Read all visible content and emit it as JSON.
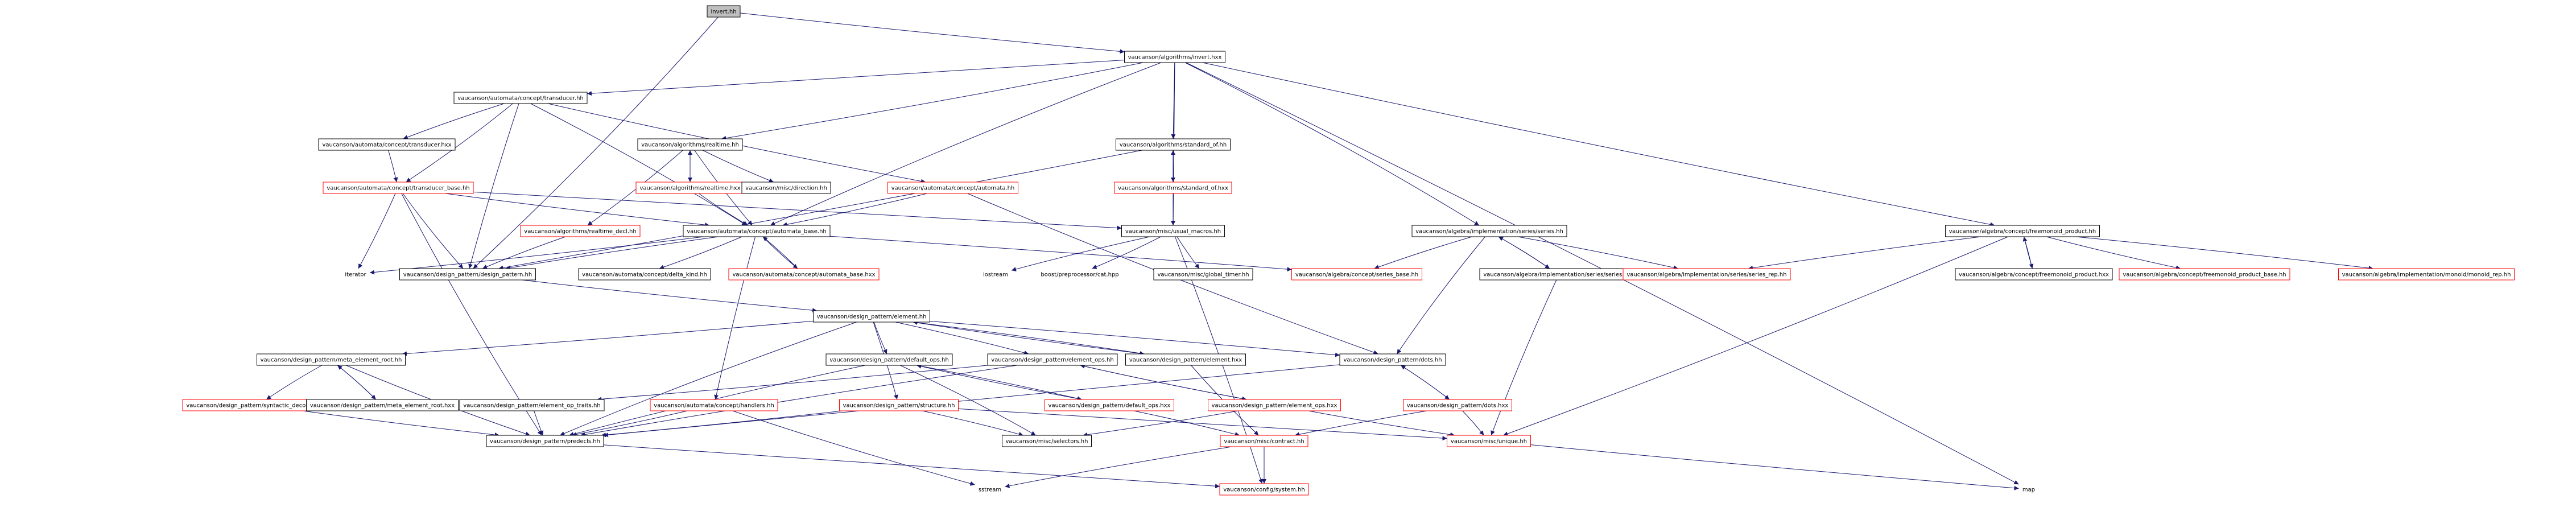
{
  "graph": {
    "edge_color": "#191970",
    "nodes": [
      {
        "id": "invert_hh",
        "label": "invert.hh",
        "style": "root"
      },
      {
        "id": "invert_hxx",
        "label": "vaucanson/algorithms/invert.hxx",
        "style": "black"
      },
      {
        "id": "transducer_hh",
        "label": "vaucanson/automata/concept/transducer.hh",
        "style": "black"
      },
      {
        "id": "transducer_hxx",
        "label": "vaucanson/automata/concept/transducer.hxx",
        "style": "black"
      },
      {
        "id": "transducer_base_hh",
        "label": "vaucanson/automata/concept/transducer_base.hh",
        "style": "red"
      },
      {
        "id": "realtime_hh",
        "label": "vaucanson/algorithms/realtime.hh",
        "style": "black"
      },
      {
        "id": "realtime_hxx",
        "label": "vaucanson/algorithms/realtime.hxx",
        "style": "red"
      },
      {
        "id": "direction_hh",
        "label": "vaucanson/misc/direction.hh",
        "style": "black"
      },
      {
        "id": "automata_hh",
        "label": "vaucanson/automata/concept/automata.hh",
        "style": "red"
      },
      {
        "id": "standard_of_hh",
        "label": "vaucanson/algorithms/standard_of.hh",
        "style": "black"
      },
      {
        "id": "standard_of_hxx",
        "label": "vaucanson/algorithms/standard_of.hxx",
        "style": "red"
      },
      {
        "id": "realtime_decl_hh",
        "label": "vaucanson/algorithms/realtime_decl.hh",
        "style": "red"
      },
      {
        "id": "automata_base_hh",
        "label": "vaucanson/automata/concept/automata_base.hh",
        "style": "black"
      },
      {
        "id": "usual_macros_hh",
        "label": "vaucanson/misc/usual_macros.hh",
        "style": "black"
      },
      {
        "id": "iterator",
        "label": "iterator",
        "style": "plain"
      },
      {
        "id": "design_pattern_hh",
        "label": "vaucanson/design_pattern/design_pattern.hh",
        "style": "black"
      },
      {
        "id": "delta_kind_hh",
        "label": "vaucanson/automata/concept/delta_kind.hh",
        "style": "black"
      },
      {
        "id": "automata_base_hxx",
        "label": "vaucanson/automata/concept/automata_base.hxx",
        "style": "red"
      },
      {
        "id": "iostream",
        "label": "iostream",
        "style": "plain"
      },
      {
        "id": "boost_cat",
        "label": "boost/preprocessor/cat.hpp",
        "style": "plain"
      },
      {
        "id": "global_timer_hh",
        "label": "vaucanson/misc/global_timer.hh",
        "style": "black"
      },
      {
        "id": "series_base_hh",
        "label": "vaucanson/algebra/concept/series_base.hh",
        "style": "red"
      },
      {
        "id": "series_hh",
        "label": "vaucanson/algebra/implementation/series/series.hh",
        "style": "black"
      },
      {
        "id": "series_hxx",
        "label": "vaucanson/algebra/implementation/series/series.hxx",
        "style": "black"
      },
      {
        "id": "series_rep_hh",
        "label": "vaucanson/algebra/implementation/series/series_rep.hh",
        "style": "red"
      },
      {
        "id": "freemonoid_product_hh",
        "label": "vaucanson/algebra/concept/freemonoid_product.hh",
        "style": "black"
      },
      {
        "id": "freemonoid_product_hxx",
        "label": "vaucanson/algebra/concept/freemonoid_product.hxx",
        "style": "black"
      },
      {
        "id": "freemonoid_product_base_hh",
        "label": "vaucanson/algebra/concept/freemonoid_product_base.hh",
        "style": "red"
      },
      {
        "id": "monoid_rep_hh",
        "label": "vaucanson/algebra/implementation/monoid/monoid_rep.hh",
        "style": "red"
      },
      {
        "id": "element_hh",
        "label": "vaucanson/design_pattern/element.hh",
        "style": "black"
      },
      {
        "id": "meta_element_root_hh",
        "label": "vaucanson/design_pattern/meta_element_root.hh",
        "style": "black"
      },
      {
        "id": "syntactic_decorator_hh",
        "label": "vaucanson/design_pattern/syntactic_decorator.hh",
        "style": "red"
      },
      {
        "id": "meta_element_root_hxx",
        "label": "vaucanson/design_pattern/meta_element_root.hxx",
        "style": "black"
      },
      {
        "id": "default_ops_hh",
        "label": "vaucanson/design_pattern/default_ops.hh",
        "style": "black"
      },
      {
        "id": "element_ops_hh",
        "label": "vaucanson/design_pattern/element_ops.hh",
        "style": "black"
      },
      {
        "id": "element_hxx",
        "label": "vaucanson/design_pattern/element.hxx",
        "style": "black"
      },
      {
        "id": "dots_hh",
        "label": "vaucanson/design_pattern/dots.hh",
        "style": "black"
      },
      {
        "id": "element_op_traits_hh",
        "label": "vaucanson/design_pattern/element_op_traits.hh",
        "style": "black"
      },
      {
        "id": "handlers_hh",
        "label": "vaucanson/automata/concept/handlers.hh",
        "style": "red"
      },
      {
        "id": "structure_hh",
        "label": "vaucanson/design_pattern/structure.hh",
        "style": "red"
      },
      {
        "id": "default_ops_hxx",
        "label": "vaucanson/design_pattern/default_ops.hxx",
        "style": "red"
      },
      {
        "id": "element_ops_hxx",
        "label": "vaucanson/design_pattern/element_ops.hxx",
        "style": "red"
      },
      {
        "id": "dots_hxx",
        "label": "vaucanson/design_pattern/dots.hxx",
        "style": "red"
      },
      {
        "id": "predecls_hh",
        "label": "vaucanson/design_pattern/predecls.hh",
        "style": "black"
      },
      {
        "id": "selectors_hh",
        "label": "vaucanson/misc/selectors.hh",
        "style": "black"
      },
      {
        "id": "contract_hh",
        "label": "vaucanson/misc/contract.hh",
        "style": "red"
      },
      {
        "id": "unique_hh",
        "label": "vaucanson/misc/unique.hh",
        "style": "red"
      },
      {
        "id": "sstream",
        "label": "sstream",
        "style": "plain"
      },
      {
        "id": "system_hh",
        "label": "vaucanson/config/system.hh",
        "style": "red"
      },
      {
        "id": "map",
        "label": "map",
        "style": "plain"
      }
    ],
    "edges": [
      [
        "invert_hh",
        "invert_hxx"
      ],
      [
        "invert_hh",
        "design_pattern_hh"
      ],
      [
        "invert_hxx",
        "transducer_hh"
      ],
      [
        "invert_hxx",
        "realtime_hh"
      ],
      [
        "invert_hxx",
        "standard_of_hh"
      ],
      [
        "invert_hxx",
        "usual_macros_hh"
      ],
      [
        "invert_hxx",
        "automata_base_hh"
      ],
      [
        "invert_hxx",
        "series_hh"
      ],
      [
        "invert_hxx",
        "freemonoid_product_hh"
      ],
      [
        "invert_hxx",
        "map"
      ],
      [
        "transducer_hh",
        "transducer_hxx"
      ],
      [
        "transducer_hh",
        "transducer_base_hh"
      ],
      [
        "transducer_hh",
        "automata_hh"
      ],
      [
        "transducer_hh",
        "automata_base_hh"
      ],
      [
        "transducer_hh",
        "design_pattern_hh"
      ],
      [
        "transducer_hxx",
        "transducer_base_hh"
      ],
      [
        "transducer_base_hh",
        "automata_base_hh"
      ],
      [
        "transducer_base_hh",
        "iterator"
      ],
      [
        "transducer_base_hh",
        "design_pattern_hh"
      ],
      [
        "transducer_base_hh",
        "usual_macros_hh"
      ],
      [
        "transducer_base_hh",
        "predecls_hh"
      ],
      [
        "realtime_hh",
        "realtime_hxx"
      ],
      [
        "realtime_hh",
        "direction_hh"
      ],
      [
        "realtime_hh",
        "realtime_decl_hh"
      ],
      [
        "realtime_hh",
        "automata_base_hh"
      ],
      [
        "realtime_hxx",
        "realtime_hh"
      ],
      [
        "realtime_hxx",
        "automata_base_hh"
      ],
      [
        "automata_hh",
        "automata_base_hh"
      ],
      [
        "automata_hh",
        "dots_hh"
      ],
      [
        "standard_of_hh",
        "standard_of_hxx"
      ],
      [
        "standard_of_hh",
        "usual_macros_hh"
      ],
      [
        "standard_of_hh",
        "design_pattern_hh"
      ],
      [
        "standard_of_hxx",
        "standard_of_hh"
      ],
      [
        "standard_of_hxx",
        "usual_macros_hh"
      ],
      [
        "realtime_decl_hh",
        "design_pattern_hh"
      ],
      [
        "automata_base_hh",
        "iterator"
      ],
      [
        "automata_base_hh",
        "design_pattern_hh"
      ],
      [
        "automata_base_hh",
        "delta_kind_hh"
      ],
      [
        "automata_base_hh",
        "automata_base_hxx"
      ],
      [
        "automata_base_hh",
        "series_base_hh"
      ],
      [
        "automata_base_hh",
        "handlers_hh"
      ],
      [
        "automata_base_hxx",
        "automata_base_hh"
      ],
      [
        "usual_macros_hh",
        "iostream"
      ],
      [
        "usual_macros_hh",
        "boost_cat"
      ],
      [
        "usual_macros_hh",
        "global_timer_hh"
      ],
      [
        "usual_macros_hh",
        "system_hh"
      ],
      [
        "design_pattern_hh",
        "element_hh"
      ],
      [
        "series_hh",
        "series_hxx"
      ],
      [
        "series_hh",
        "series_base_hh"
      ],
      [
        "series_hh",
        "series_rep_hh"
      ],
      [
        "series_hh",
        "dots_hh"
      ],
      [
        "series_hxx",
        "series_hh"
      ],
      [
        "series_hxx",
        "unique_hh"
      ],
      [
        "freemonoid_product_hh",
        "freemonoid_product_hxx"
      ],
      [
        "freemonoid_product_hh",
        "freemonoid_product_base_hh"
      ],
      [
        "freemonoid_product_hh",
        "monoid_rep_hh"
      ],
      [
        "freemonoid_product_hh",
        "series_rep_hh"
      ],
      [
        "freemonoid_product_hh",
        "unique_hh"
      ],
      [
        "freemonoid_product_hxx",
        "freemonoid_product_hh"
      ],
      [
        "element_hh",
        "meta_element_root_hh"
      ],
      [
        "element_hh",
        "default_ops_hh"
      ],
      [
        "element_hh",
        "element_ops_hh"
      ],
      [
        "element_hh",
        "element_hxx"
      ],
      [
        "element_hh",
        "dots_hh"
      ],
      [
        "element_hh",
        "predecls_hh"
      ],
      [
        "element_hh",
        "structure_hh"
      ],
      [
        "meta_element_root_hh",
        "syntactic_decorator_hh"
      ],
      [
        "meta_element_root_hh",
        "meta_element_root_hxx"
      ],
      [
        "meta_element_root_hh",
        "predecls_hh"
      ],
      [
        "meta_element_root_hxx",
        "meta_element_root_hh"
      ],
      [
        "syntactic_decorator_hh",
        "predecls_hh"
      ],
      [
        "default_ops_hh",
        "default_ops_hxx"
      ],
      [
        "default_ops_hh",
        "predecls_hh"
      ],
      [
        "default_ops_hh",
        "selectors_hh"
      ],
      [
        "element_ops_hh",
        "element_ops_hxx"
      ],
      [
        "element_ops_hh",
        "element_op_traits_hh"
      ],
      [
        "element_ops_hh",
        "predecls_hh"
      ],
      [
        "element_hxx",
        "element_hh"
      ],
      [
        "element_hxx",
        "contract_hh"
      ],
      [
        "dots_hh",
        "dots_hxx"
      ],
      [
        "dots_hh",
        "predecls_hh"
      ],
      [
        "dots_hxx",
        "dots_hh"
      ],
      [
        "dots_hxx",
        "contract_hh"
      ],
      [
        "dots_hxx",
        "unique_hh"
      ],
      [
        "element_op_traits_hh",
        "predecls_hh"
      ],
      [
        "handlers_hh",
        "predecls_hh"
      ],
      [
        "handlers_hh",
        "sstream"
      ],
      [
        "structure_hh",
        "predecls_hh"
      ],
      [
        "structure_hh",
        "unique_hh"
      ],
      [
        "structure_hh",
        "selectors_hh"
      ],
      [
        "default_ops_hxx",
        "default_ops_hh"
      ],
      [
        "default_ops_hxx",
        "contract_hh"
      ],
      [
        "element_ops_hxx",
        "element_ops_hh"
      ],
      [
        "element_ops_hxx",
        "selectors_hh"
      ],
      [
        "element_ops_hxx",
        "unique_hh"
      ],
      [
        "predecls_hh",
        "system_hh"
      ],
      [
        "contract_hh",
        "sstream"
      ],
      [
        "contract_hh",
        "system_hh"
      ],
      [
        "unique_hh",
        "map"
      ]
    ]
  }
}
